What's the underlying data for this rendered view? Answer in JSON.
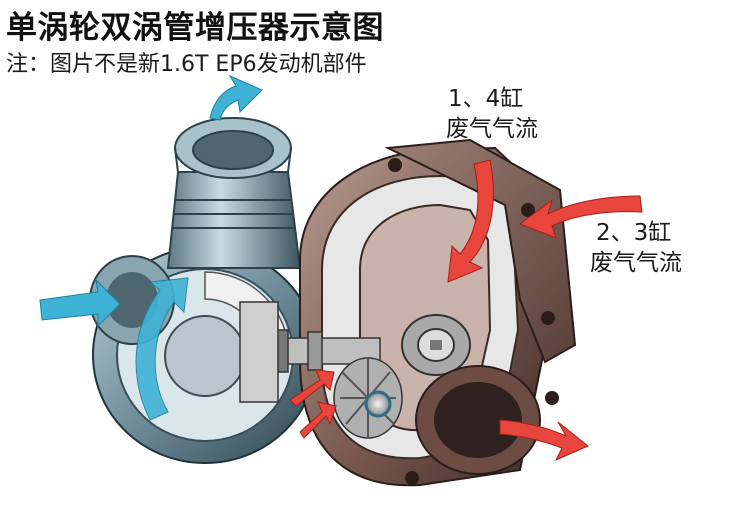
{
  "title": "单涡轮双涡管增压器示意图",
  "subtitle": "注：图片不是新1.6T EP6发动机部件",
  "labels": {
    "cyl_1_4": {
      "line1": "1、4缸",
      "line2": "废气气流"
    },
    "cyl_2_3": {
      "line1": "2、3缸",
      "line2": "废气气流"
    }
  },
  "colors": {
    "intake_arrow": "#3fb3d6",
    "exhaust_arrow": "#e8453c",
    "turbine_housing": "#7a5a50",
    "compressor_housing": "#6f8c99",
    "cutaway_face": "#e7e7e7"
  }
}
